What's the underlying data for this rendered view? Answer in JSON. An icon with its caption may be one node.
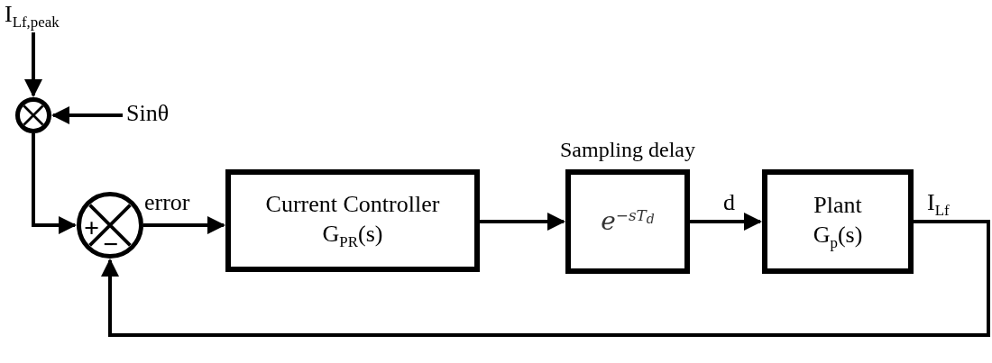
{
  "diagram": {
    "nodes": [
      {
        "text": [
          "I$_{Lf,peak}$"
        ]
      },
      {
        "text": [],
        "shape": "circle"
      },
      {
        "text": [
          "Sinθ"
        ]
      },
      {
        "text": [
          "+",
          "−"
        ]
      },
      {
        "text": [
          "Current Controller G$_{PR}$(s)"
        ]
      },
      {
        "text": [
          "e$^{−sT}$$_{d}$"
        ],
        "beside": [
          "Sampling delay"
        ]
      },
      {
        "text": [
          "Plant G$_{p}$(s)"
        ]
      }
    ],
    "edges": [
      {
        "from": 0,
        "to": 1,
        "arrow": "to"
      },
      {
        "from": 2,
        "to": 1,
        "arrow": "to"
      },
      {
        "from": 1,
        "to": 3,
        "arrow": "to"
      },
      {
        "from": 3,
        "to": 4,
        "arrow": "to",
        "label": "error"
      },
      {
        "from": 4,
        "to": 5,
        "arrow": "to"
      },
      {
        "from": 5,
        "to": 6,
        "arrow": "to",
        "label": "d"
      },
      {
        "from": 6,
        "to": 3,
        "arrow": "to",
        "label": "I$_{Lf}$"
      }
    ]
  }
}
